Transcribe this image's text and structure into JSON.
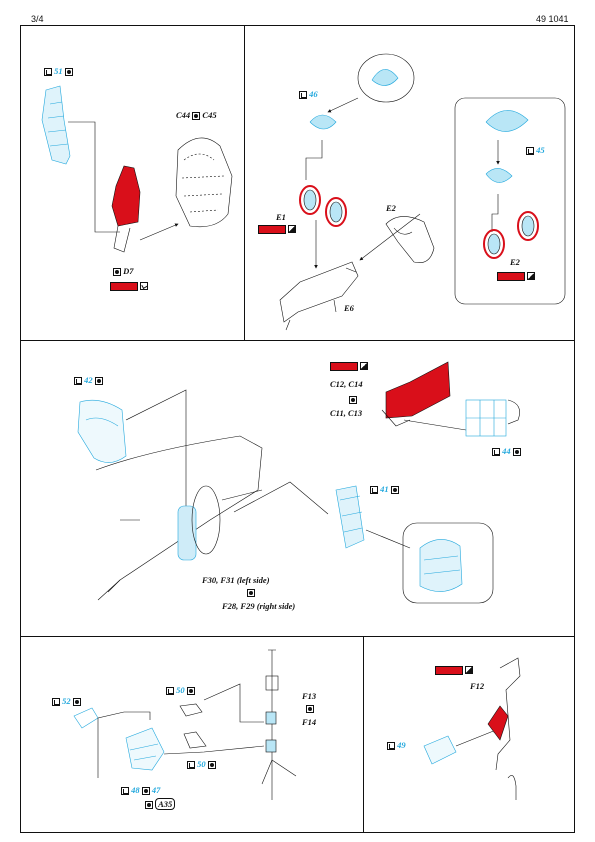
{
  "header": {
    "page": "3/4",
    "code": "49 1041"
  },
  "colors": {
    "paint": "#d90f1a",
    "etch": "#22a8dd",
    "ink": "#111111"
  },
  "icons": {
    "fold": "hook-fold-icon",
    "remove": "remove-part-icon",
    "paint": "half-filled-paint-icon"
  },
  "panel1": {
    "part51": "51",
    "parts_c": "C44",
    "parts_c2": "C45",
    "part_d": "D7"
  },
  "panel2": {
    "part46": "46",
    "part45": "45",
    "e1": "E1",
    "e2_top": "E2",
    "e2_inset": "E2",
    "e6": "E6"
  },
  "panel3": {
    "part42": "42",
    "c_paint": "C12, C14",
    "c_remove": "C11, C13",
    "part44": "44",
    "part41": "41",
    "f_left": "F30, F31 (left side)",
    "f_right": "F28, F29 (right side)"
  },
  "panel4": {
    "part52": "52",
    "part50a": "50",
    "part50b": "50",
    "f13": "F13",
    "f14": "F14",
    "part48": "48",
    "part47": "47",
    "a35": "A35"
  },
  "panel5": {
    "f12": "F12",
    "part49": "49"
  }
}
